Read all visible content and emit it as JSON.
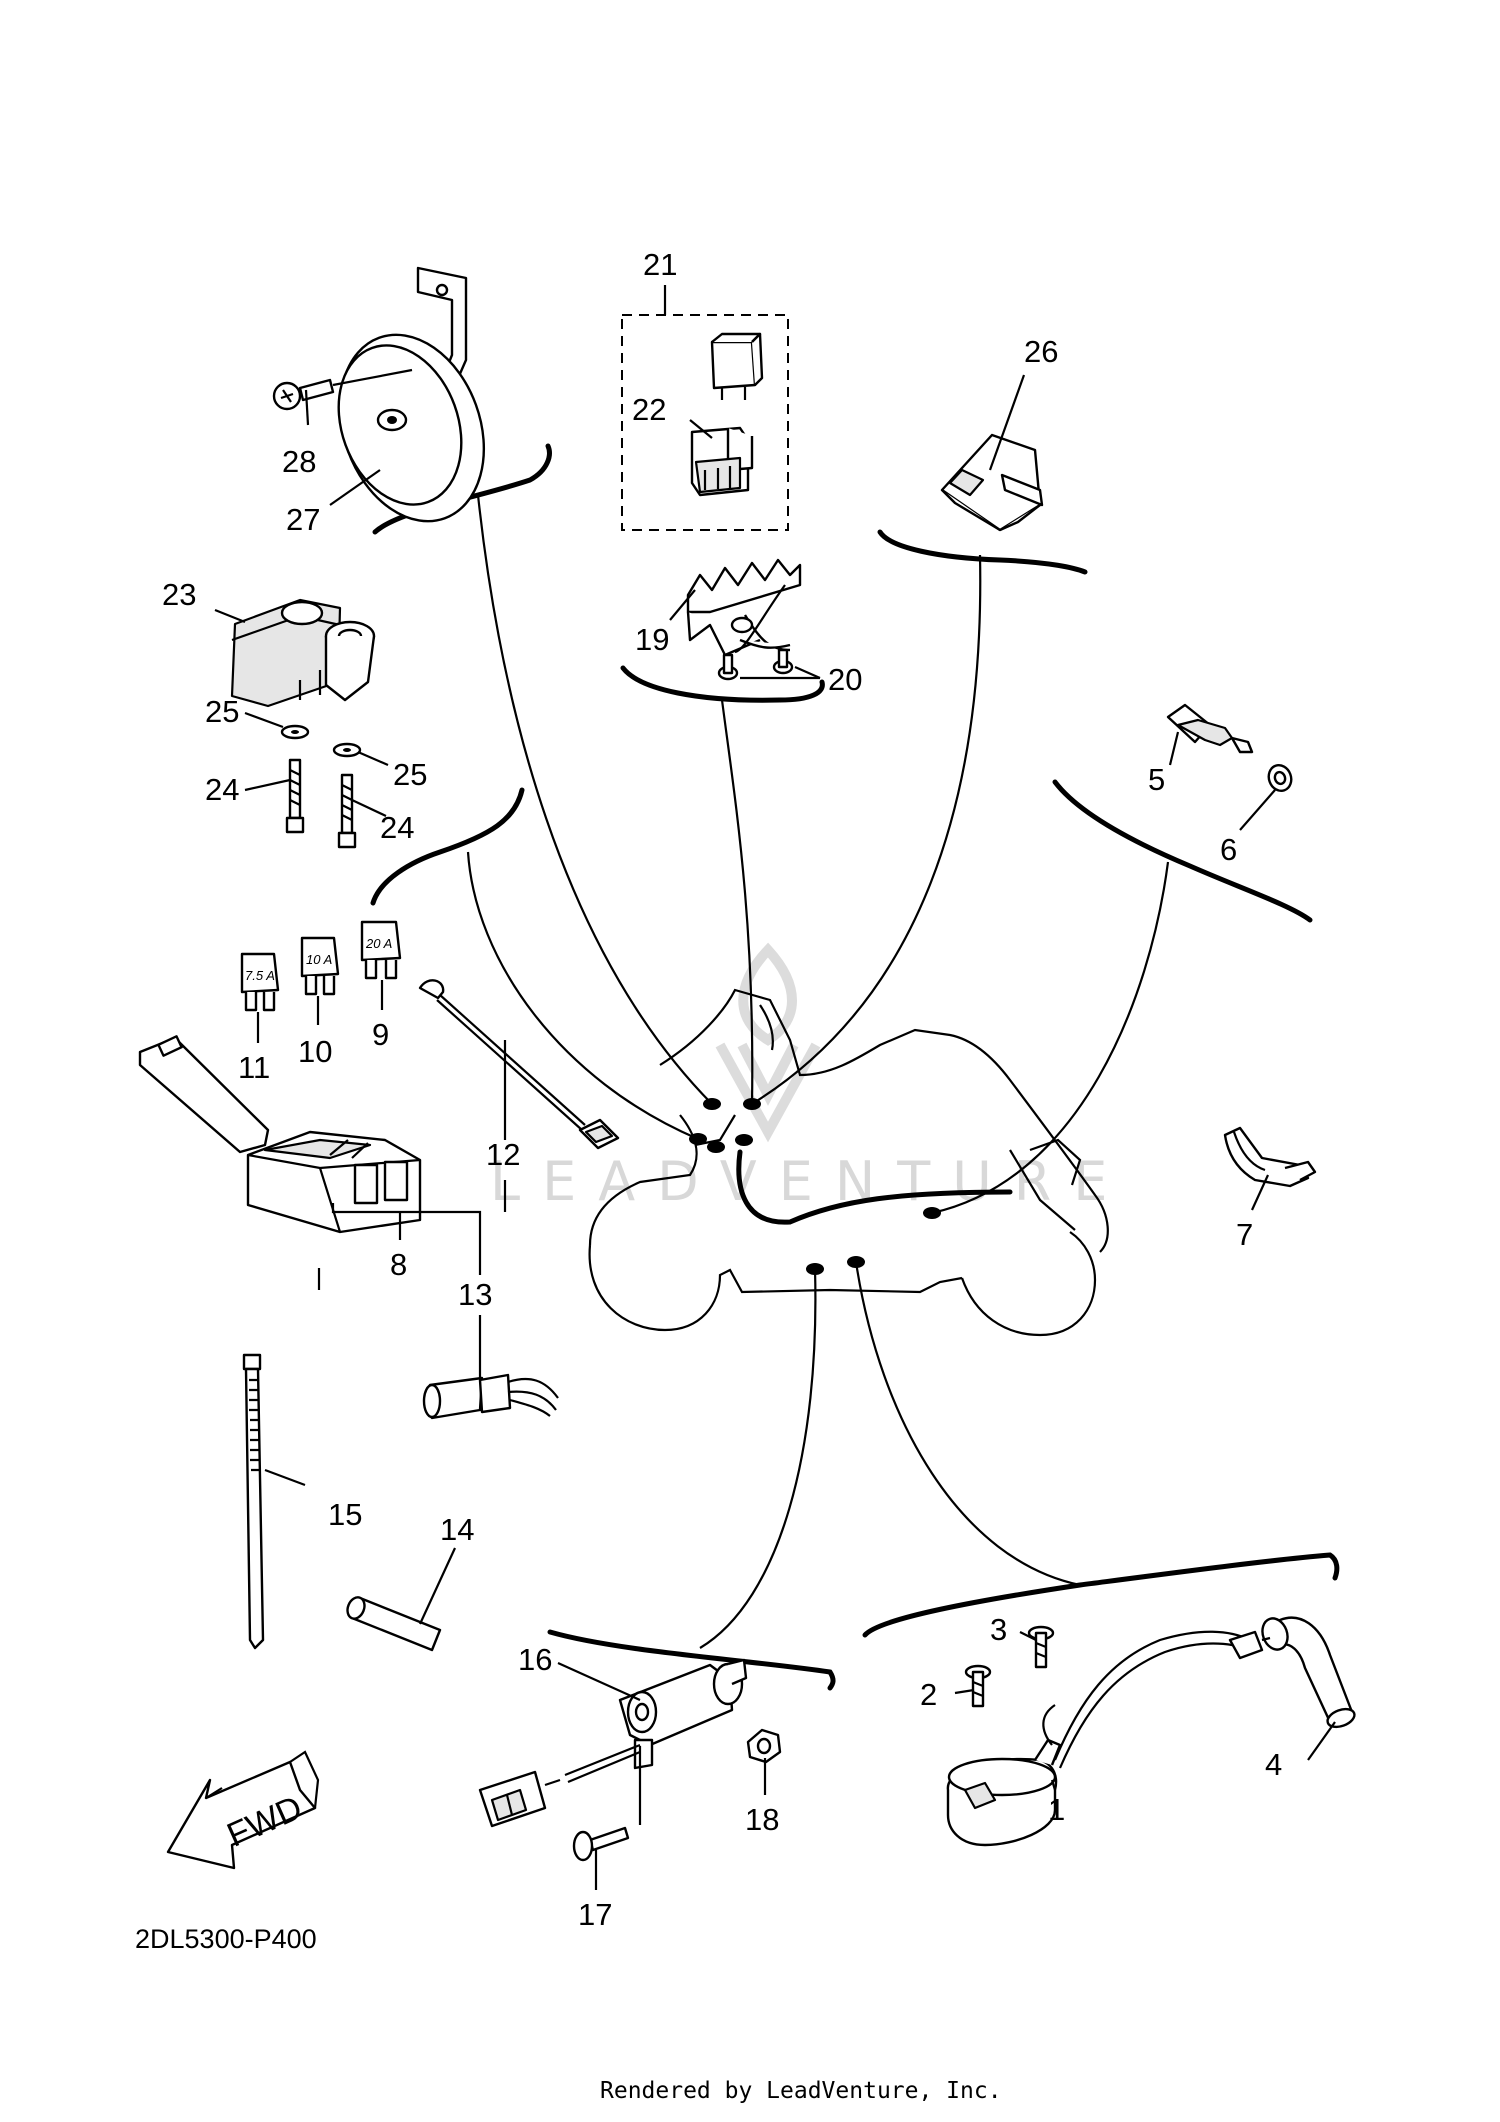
{
  "diagram": {
    "code": "2DL5300-P400",
    "credit": "Rendered by LeadVenture, Inc.",
    "watermark": "LEADVENTURE",
    "fwd_label": "FWD",
    "fuses": {
      "f11": "7.5 A",
      "f10": "10 A",
      "f9": "20 A"
    },
    "callouts": {
      "c1": "1",
      "c2": "2",
      "c3": "3",
      "c4": "4",
      "c5": "5",
      "c6": "6",
      "c7": "7",
      "c8": "8",
      "c9": "9",
      "c10": "10",
      "c11": "11",
      "c12": "12",
      "c13": "13",
      "c14": "14",
      "c15": "15",
      "c16": "16",
      "c17": "17",
      "c18": "18",
      "c19": "19",
      "c20": "20",
      "c21": "21",
      "c22": "22",
      "c23": "23",
      "c24a": "24",
      "c24b": "24",
      "c25a": "25",
      "c25b": "25",
      "c26": "26",
      "c27": "27",
      "c28": "28"
    }
  }
}
